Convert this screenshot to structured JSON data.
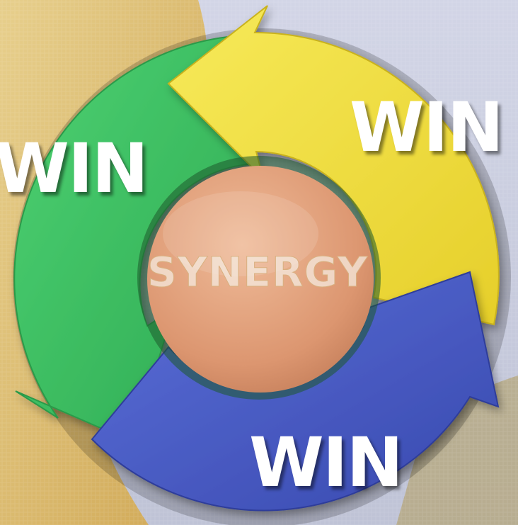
{
  "labels": {
    "win_left": "WIN",
    "win_right": "WIN",
    "win_bottom": "WIN",
    "center": "SYNERGY"
  },
  "colors": {
    "green_arrow": "#3cc462",
    "yellow_arrow": "#f0e040",
    "blue_arrow": "#4c5ec8",
    "center_circle": "#e3a27c",
    "background_gold": "#d9bb6d",
    "background_sky": "#c9cde0",
    "win_text": "#ffffff"
  },
  "icons": {
    "green": "curved-arrow-down-icon",
    "yellow": "curved-arrow-left-icon",
    "blue": "curved-arrow-up-icon"
  }
}
